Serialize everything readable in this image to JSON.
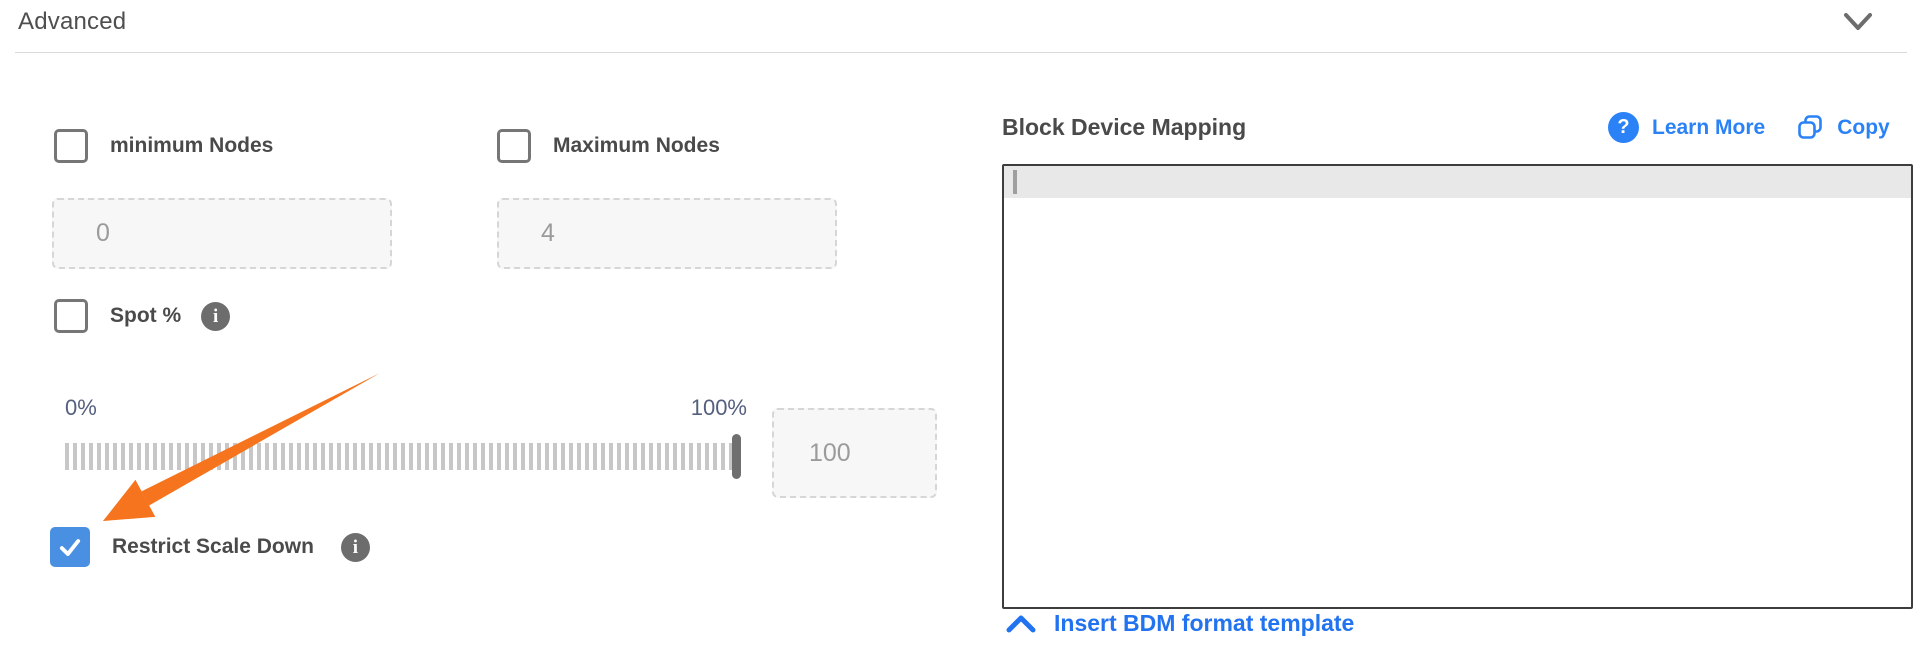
{
  "header": {
    "title": "Advanced"
  },
  "form": {
    "minimum_nodes": {
      "label": "minimum Nodes",
      "checked": false,
      "value": "0"
    },
    "maximum_nodes": {
      "label": "Maximum Nodes",
      "checked": false,
      "value": "4"
    },
    "spot": {
      "label": "Spot %",
      "checked": false,
      "slider_min_label": "0%",
      "slider_max_label": "100%",
      "slider_position": "100%",
      "value": "100"
    },
    "restrict_scale_down": {
      "label": "Restrict Scale Down",
      "checked": true
    }
  },
  "bdm": {
    "title": "Block Device Mapping",
    "learn_more_label": "Learn More",
    "copy_label": "Copy",
    "editor_value": "",
    "insert_template_label": "Insert BDM format template"
  },
  "icons": {
    "info_glyph": "i",
    "question_glyph": "?"
  },
  "colors": {
    "accent_blue": "#2b82f6",
    "checkbox_checked_blue": "#4a90e2",
    "annotation_orange": "#f5741d",
    "label_gray": "#4a4a4a",
    "slider_label_slate": "#556080"
  }
}
